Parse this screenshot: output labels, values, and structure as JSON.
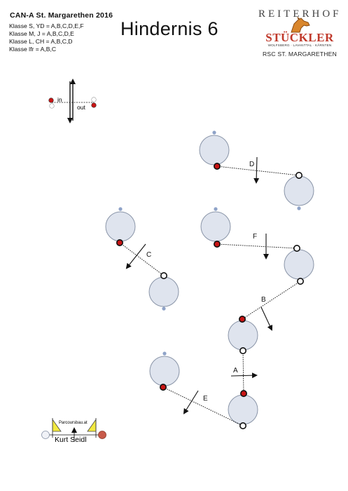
{
  "header": {
    "event_title": "CAN-A St. Margarethen 2016",
    "obstacle_title": "Hindernis 6",
    "classes": [
      "Klasse S, YD = A,B,C,D,E,F",
      "Klasse M, J = A,B,C,D,E",
      "Klasse L, CH = A,B,C,D",
      "Klasse lfr = A,B,C"
    ]
  },
  "logo": {
    "reiterhof": "REITERHOF",
    "stuckler": "STÜCKLER",
    "subline": "WOLFSBERG · LAVANTTAL · KÄRNTEN",
    "club": "RSC ST. MARGARETHEN"
  },
  "legend": {
    "in_label": "in",
    "out_label": "out"
  },
  "gates": [
    {
      "label": "A"
    },
    {
      "label": "B"
    },
    {
      "label": "C"
    },
    {
      "label": "D"
    },
    {
      "label": "E"
    },
    {
      "label": "F"
    }
  ],
  "credits": {
    "site": "Parcoursbau.at",
    "designer": "Kurt Seidl"
  },
  "colors": {
    "red_marker": "#c81414",
    "circle_fill": "#dfe4ee",
    "circle_stroke": "#8a95a8",
    "blue_dot": "#8fa3c8",
    "flag_yellow": "#f2e940"
  }
}
